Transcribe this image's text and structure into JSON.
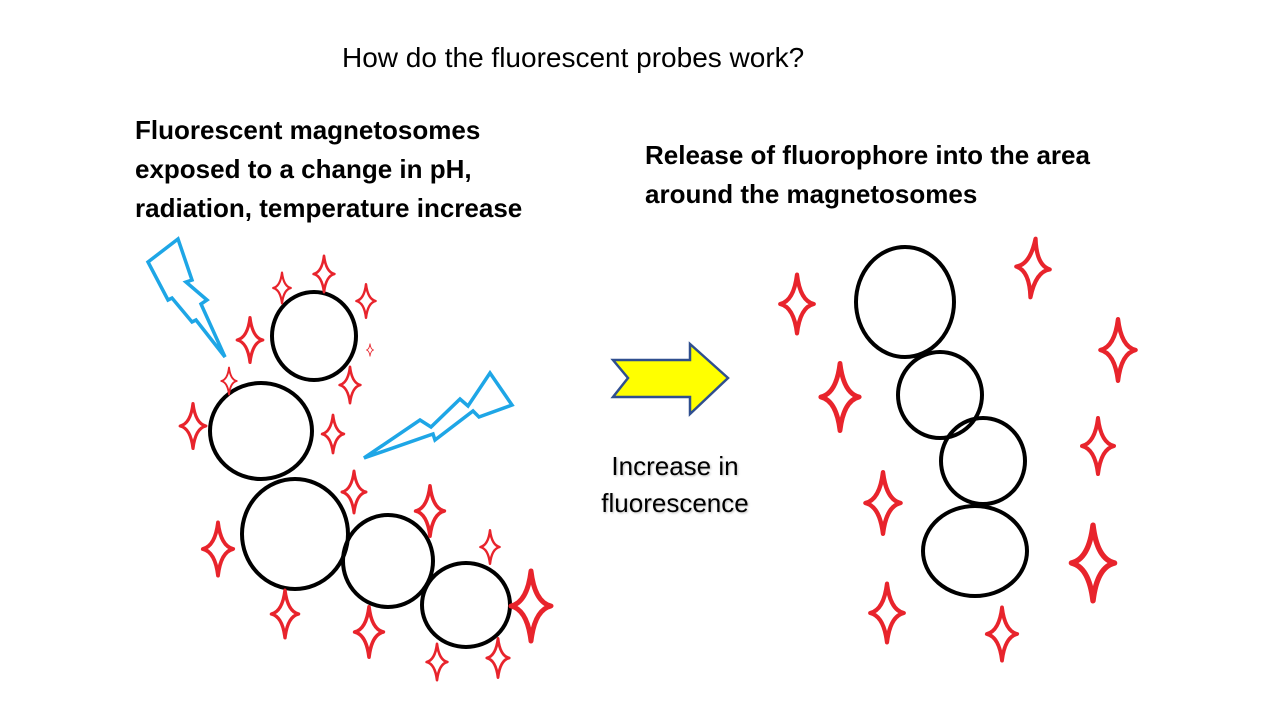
{
  "title": "How do the fluorescent probes work?",
  "left_panel": {
    "heading_lines": [
      "Fluorescent magnetosomes",
      "exposed to a change in pH,",
      "radiation, temperature increase"
    ]
  },
  "right_panel": {
    "heading_lines": [
      "Release of fluorophore into the area",
      "around the magnetosomes"
    ]
  },
  "arrow": {
    "label_lines": [
      "Increase in",
      "fluorescence"
    ]
  },
  "colors": {
    "magnetosome_outline": "#000000",
    "fluorophore_sparkle": "#e8242c",
    "lightning_bolt": "#1ea6e6",
    "arrow_fill": "#ffff00",
    "arrow_outline": "#2f4f8f"
  },
  "icons": {
    "fluorophore": "four-point-sparkle-icon",
    "stimulus": "lightning-bolt-icon",
    "process": "right-arrow-icon"
  }
}
